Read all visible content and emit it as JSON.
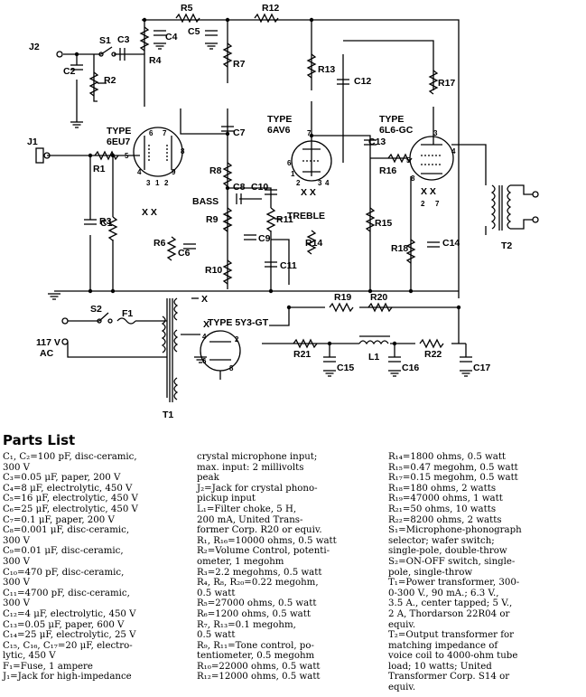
{
  "labels": {
    "j2": "J2",
    "s1": "S1",
    "c3": "C3",
    "c2": "C2",
    "r2": "R2",
    "r4": "R4",
    "r5": "R5",
    "c4": "C4",
    "c5": "C5",
    "r12": "R12",
    "r7": "R7",
    "r13": "R13",
    "c12": "C12",
    "r17": "R17",
    "type1": "TYPE",
    "tube1": "6EU7",
    "type2": "TYPE",
    "tube2": "6AV6",
    "type3": "TYPE",
    "tube3": "6L6-GC",
    "c7": "C7",
    "c13": "C13",
    "j1": "J1",
    "r1": "R1",
    "r3": "R3",
    "c1": "C1",
    "r8": "R8",
    "c8": "C8",
    "c10": "C10",
    "bass": "BASS",
    "treble": "TREBLE",
    "r9": "R9",
    "r11": "R11",
    "c9": "C9",
    "r6": "R6",
    "c6": "C6",
    "r14": "R14",
    "c11": "C11",
    "r10": "R10",
    "r15": "R15",
    "r16": "R16",
    "r18": "R18",
    "c14": "C14",
    "t2": "T2",
    "r19": "R19",
    "r20": "R20",
    "s2": "S2",
    "f1": "F1",
    "v117": "117 V",
    "ac": "AC",
    "type4": "TYPE 5Y3-GT",
    "r21": "R21",
    "l1": "L1",
    "r22": "R22",
    "c15": "C15",
    "c16": "C16",
    "c17": "C17",
    "t1": "T1",
    "x1": "X",
    "x2": "X",
    "pins": [
      "1",
      "2",
      "3",
      "4",
      "5",
      "6",
      "7",
      "8",
      "9",
      "7",
      "8",
      "6",
      "1",
      "5",
      "2",
      "4",
      "3",
      "3",
      "4",
      "5",
      "8",
      "2",
      "7",
      "2",
      "4",
      "6",
      "8"
    ],
    "xx": [
      "X X",
      "X X",
      "X X"
    ]
  },
  "parts_list": {
    "title": "Parts List",
    "col1": [
      "C₁, C₂=100 pF, disc-ceramic,",
      "   300 V",
      "C₃=0.05 μF, paper, 200 V",
      "C₄=8 μF, electrolytic, 450 V",
      "C₅=16 μF, electrolytic, 450 V",
      "C₆=25 μF, electrolytic, 450 V",
      "C₇=0.1 μF, paper, 200 V",
      "C₈=0.001 μF, disc-ceramic,",
      "   300 V",
      "C₉=0.01 μF, disc-ceramic,",
      "   300 V",
      "C₁₀=470 pF, disc-ceramic,",
      "   300 V",
      "C₁₁=4700 pF, disc-ceramic,",
      "   300 V",
      "C₁₂=4 μF, electrolytic, 450 V",
      "C₁₃=0.05 μF, paper, 600 V",
      "C₁₄=25 μF, electrolytic, 25 V",
      "C₁₅, C₁₆, C₁₇=20 μF, electro-",
      "   lytic, 450 V",
      "F₁=Fuse, 1 ampere",
      "J₁=Jack for high-impedance"
    ],
    "col2": [
      "   crystal microphone input;",
      "   max. input: 2 millivolts",
      "   peak",
      "J₂=Jack for crystal phono-",
      "   pickup input",
      "L₁=Filter choke, 5 H,",
      "   200 mA, United Trans-",
      "   former Corp. R20 or equiv.",
      "R₁, R₁₆=10000 ohms, 0.5 watt",
      "R₂=Volume Control, potenti-",
      "   ometer, 1 megohm",
      "R₃=2.2 megohms, 0.5 watt",
      "R₄, R₈, R₂₀=0.22 megohm,",
      "   0.5 watt",
      "R₅=27000 ohms, 0.5 watt",
      "R₆=1200 ohms, 0.5 watt",
      "R₇, R₁₃=0.1 megohm,",
      "   0.5 watt",
      "R₉, R₁₁=Tone control, po-",
      "   tentiometer, 0.5 megohm",
      "R₁₀=22000 ohms, 0.5 watt",
      "R₁₂=12000 ohms, 0.5 watt"
    ],
    "col3": [
      "R₁₄=1800 ohms, 0.5 watt",
      "R₁₅=0.47 megohm, 0.5 watt",
      "R₁₇=0.15 megohm, 0.5 watt",
      "R₁₈=180 ohms, 2 watts",
      "R₁₉=47000 ohms, 1 watt",
      "R₂₁=50 ohms, 10 watts",
      "R₂₂=8200 ohms, 2 watts",
      "S₁=Microphone-phonograph",
      "   selector; wafer switch;",
      "   single-pole, double-throw",
      "S₂=ON-OFF switch, single-",
      "   pole, single-throw",
      "T₁=Power transformer, 300-",
      "   0-300 V., 90 mA.; 6.3 V.,",
      "   3.5 A., center tapped; 5 V.,",
      "   2 A, Thordarson 22R04 or",
      "   equiv.",
      "T₂=Output transformer for",
      "   matching impedance of",
      "   voice coil to 4000-ohm tube",
      "   load; 10 watts; United",
      "   Transformer Corp. S14 or",
      "   equiv."
    ]
  }
}
